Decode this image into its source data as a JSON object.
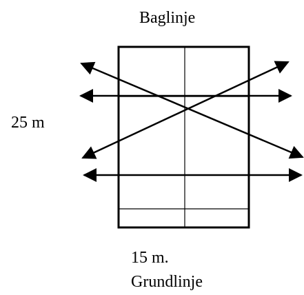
{
  "labels": {
    "top": "Baglinje",
    "left": "25 m",
    "bottom_width": "15 m.",
    "bottom_line": "Grundlinje"
  },
  "colors": {
    "stroke": "#000000",
    "background": "#ffffff"
  }
}
